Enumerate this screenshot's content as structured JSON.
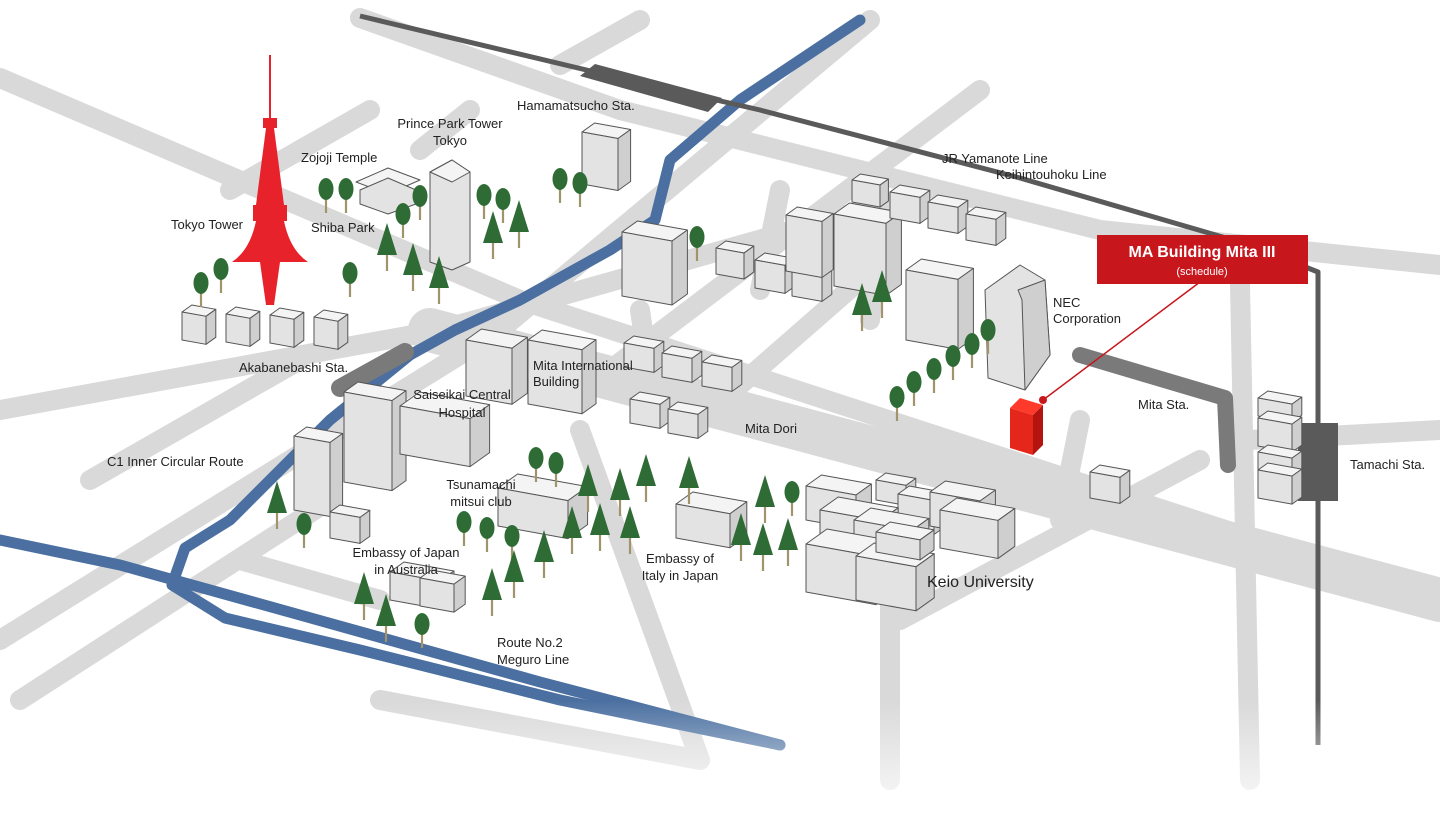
{
  "map": {
    "colors": {
      "road": "#d9d9d9",
      "highway": "#4a6fa0",
      "railway": "#5a5a5a",
      "station": "#7a7a7a",
      "tree": "#2f6b35",
      "trunk": "#a0946a",
      "tower": "#e8222a",
      "target": "#e5261b",
      "callout": "#c8161d",
      "building_top": "#f4f4f4",
      "building_left": "#e3e3e3",
      "building_right": "#cfcfcf"
    },
    "callout": {
      "title": "MA Building Mita III",
      "subtitle": "(schedule)"
    },
    "labels": {
      "tokyo_tower": "Tokyo Tower",
      "zojoji_temple": "Zojoji Temple",
      "shiba_park": "Shiba Park",
      "prince_park_tower_1": "Prince Park Tower",
      "prince_park_tower_2": "Tokyo",
      "hamamatsucho_sta": "Hamamatsucho Sta.",
      "jr_yamanote_line": "JR Yamanote Line",
      "keihintouhoku_line": "Keihintouhoku Line",
      "nec_1": "NEC",
      "nec_2": "Corporation",
      "akabanebashi_sta": "Akabanebashi Sta.",
      "mita_international_1": "Mita International",
      "mita_international_2": "Building",
      "saiseikai_1": "Saiseikai Central",
      "saiseikai_2": "Hospital",
      "mita_dori": "Mita Dori",
      "mita_sta": "Mita Sta.",
      "tamachi_sta": "Tamachi Sta.",
      "c1_route": "C1 Inner Circular Route",
      "tsunamachi_1": "Tsunamachi",
      "tsunamachi_2": "mitsui club",
      "embassy_australia_1": "Embassy of Japan",
      "embassy_australia_2": "in Australia",
      "embassy_italy_1": "Embassy of",
      "embassy_italy_2": "Italy in Japan",
      "keio_university": "Keio University",
      "route_no2_1": "Route No.2",
      "route_no2_2": "Meguro Line"
    }
  }
}
